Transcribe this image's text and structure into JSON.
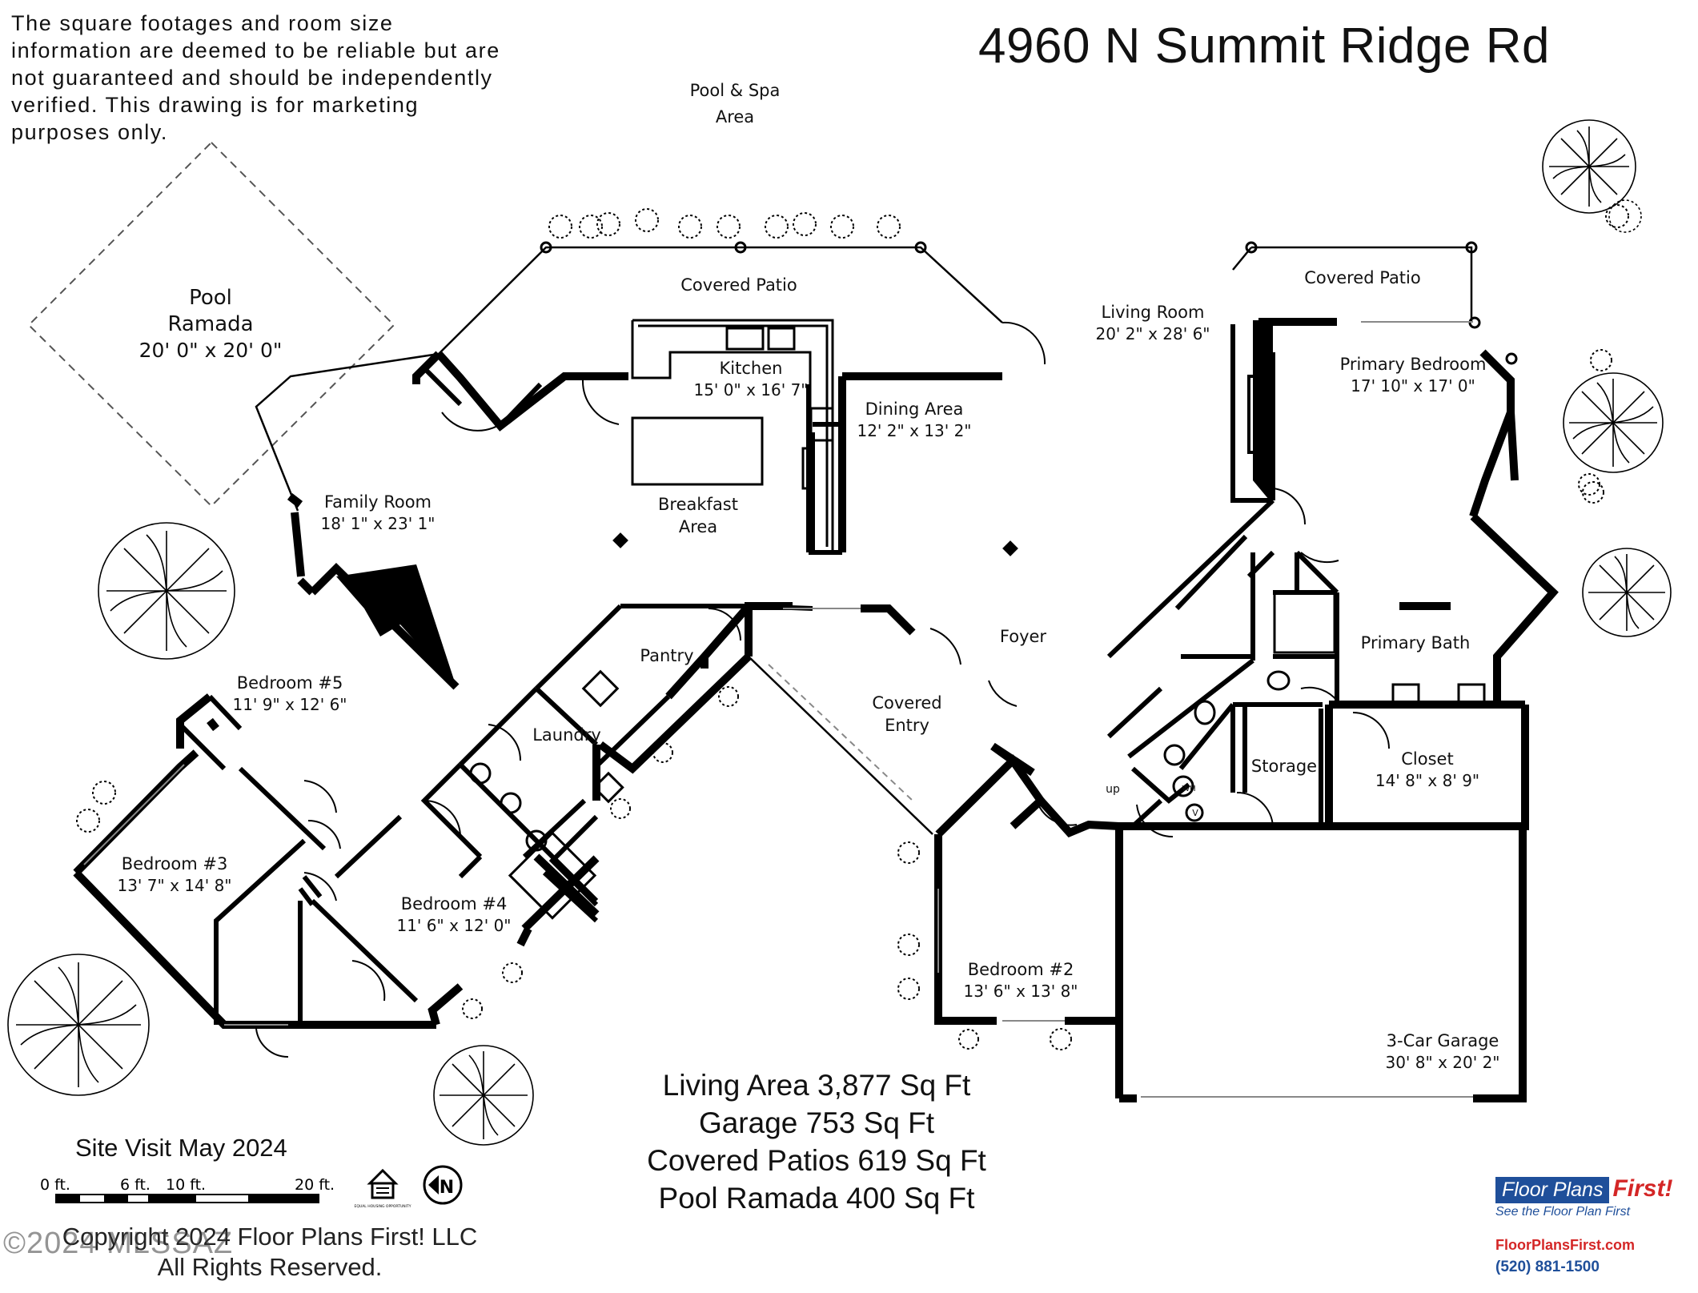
{
  "disclaimer": "The square footages and room size information are deemed to be reliable but are not guaranteed and should be independently verified. This drawing is for marketing purposes only.",
  "address": "4960 N Summit Ridge Rd",
  "outdoor": {
    "pool_spa_line1": "Pool & Spa",
    "pool_spa_line2": "Area",
    "pool_ramada_line1": "Pool",
    "pool_ramada_line2": "Ramada",
    "pool_ramada_dim": "20' 0\" x 20' 0\""
  },
  "rooms": {
    "covered_patio_rear": {
      "name": "Covered Patio"
    },
    "kitchen": {
      "name": "Kitchen",
      "dim": "15' 0\" x 16' 7\""
    },
    "dining": {
      "name": "Dining Area",
      "dim": "12' 2\" x 13' 2\""
    },
    "living": {
      "name": "Living Room",
      "dim": "20' 2\" x 28' 6\""
    },
    "covered_patio_primary": {
      "name": "Covered Patio"
    },
    "primary_bedroom": {
      "name": "Primary Bedroom",
      "dim": "17' 10\" x 17' 0\""
    },
    "family": {
      "name": "Family Room",
      "dim": "18' 1\" x 23' 1\""
    },
    "breakfast": {
      "name1": "Breakfast",
      "name2": "Area"
    },
    "foyer": {
      "name": "Foyer"
    },
    "covered_entry": {
      "name1": "Covered",
      "name2": "Entry"
    },
    "primary_bath": {
      "name": "Primary Bath"
    },
    "pantry": {
      "name": "Pantry"
    },
    "laundry": {
      "name": "Laundry"
    },
    "bedroom5": {
      "name": "Bedroom #5",
      "dim": "11' 9\" x 12' 6\""
    },
    "bedroom3": {
      "name": "Bedroom #3",
      "dim": "13' 7\" x 14' 8\""
    },
    "bedroom4": {
      "name": "Bedroom #4",
      "dim": "11' 6\" x 12' 0\""
    },
    "storage": {
      "name": "Storage"
    },
    "closet": {
      "name": "Closet",
      "dim": "14' 8\" x 8' 9\""
    },
    "bedroom2": {
      "name": "Bedroom #2",
      "dim": "13' 6\" x 13' 8\""
    },
    "garage": {
      "name": "3-Car Garage",
      "dim": "30' 8\" x 20' 2\""
    },
    "up_label": "up",
    "wh_label": "WH",
    "v_label": "V"
  },
  "areas": [
    "Living Area 3,877 Sq Ft",
    "Garage 753 Sq Ft",
    "Covered Patios 619 Sq Ft",
    "Pool Ramada 400 Sq Ft"
  ],
  "site_visit": "Site Visit May 2024",
  "scale": {
    "l0": "0 ft.",
    "l1": "6 ft.",
    "l2": "10 ft.",
    "l3": "20 ft."
  },
  "equal_housing": "EQUAL HOUSING OPPORTUNITY",
  "north_label": "N",
  "copyright_line1": "Copyright 2024 Floor Plans First! LLC",
  "copyright_line2": "All Rights Reserved.",
  "mls_watermark": "©2024 MLSSAZ",
  "logo": {
    "main": "Floor Plans",
    "first": "First!",
    "tagline": "See the Floor Plan First",
    "url": "FloorPlansFirst.com",
    "phone": "(520) 881-1500"
  }
}
